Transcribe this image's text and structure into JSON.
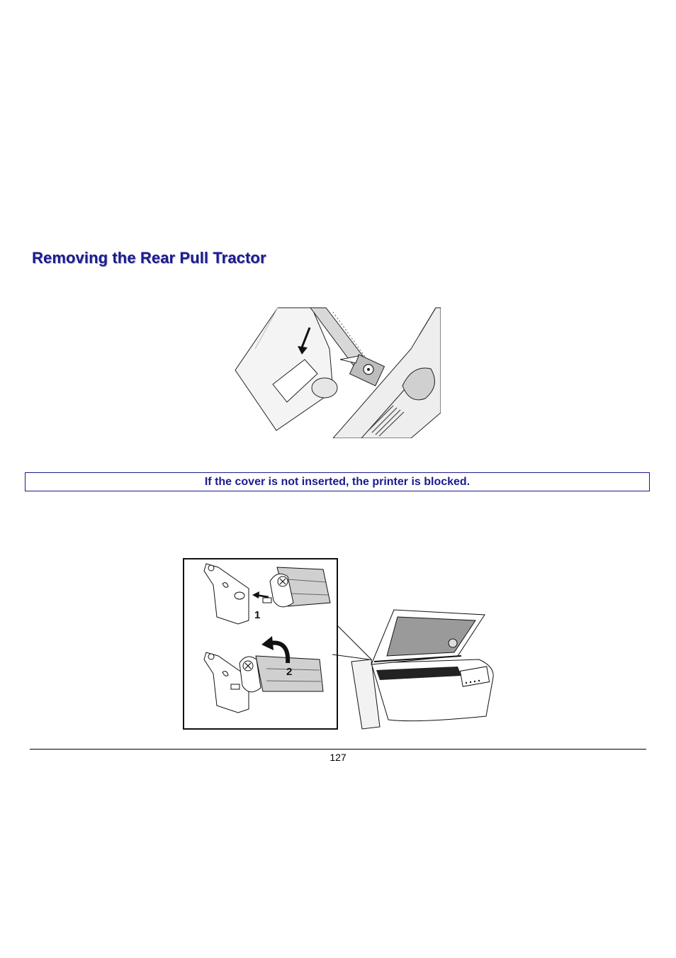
{
  "section": {
    "title": "Removing the Rear Pull Tractor"
  },
  "notice": {
    "text": "If the cover is not inserted, the printer is blocked."
  },
  "figure2": {
    "step1_label": "1",
    "step2_label": "2"
  },
  "footer": {
    "page_number": "127"
  },
  "colors": {
    "heading": "#1b1b8f",
    "notice_border": "#1b1b8f"
  }
}
